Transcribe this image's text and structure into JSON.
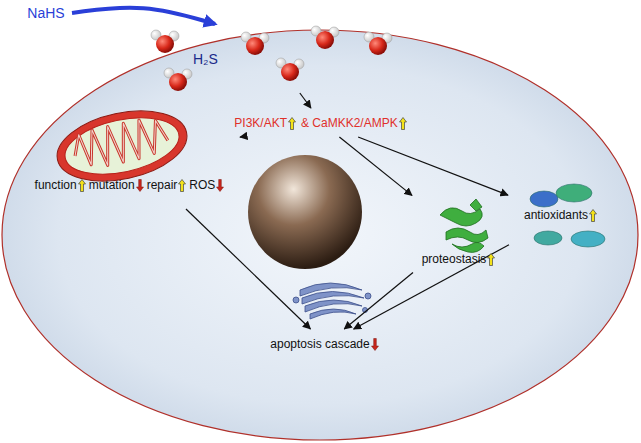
{
  "diagram": {
    "nodes": [
      {
        "text": [
          "NaHS"
        ]
      },
      {
        "text": [
          "H₂S"
        ]
      },
      {
        "text": [
          "PI3K/AKT",
          "& CaMKK2/AMPK"
        ]
      },
      {
        "text": [
          "function",
          "mutation",
          "repair",
          "ROS"
        ]
      },
      {
        "text": [
          "proteostasis"
        ]
      },
      {
        "text": [
          "antioxidants"
        ]
      },
      {
        "text": [
          "apoptosis cascade"
        ]
      }
    ],
    "edges": [
      {
        "from": 0,
        "to": 1,
        "arrow": "to"
      },
      {
        "from": 1,
        "to": 2,
        "arrow": "to"
      },
      {
        "from": 2,
        "to": 3,
        "arrow": "to"
      },
      {
        "from": 2,
        "to": 4,
        "arrow": "to"
      },
      {
        "from": 2,
        "to": 5,
        "arrow": "to"
      },
      {
        "from": 3,
        "to": 6,
        "arrow": "to"
      },
      {
        "from": 4,
        "to": 6,
        "arrow": "to"
      },
      {
        "from": 5,
        "to": 6,
        "arrow": "to"
      }
    ]
  }
}
